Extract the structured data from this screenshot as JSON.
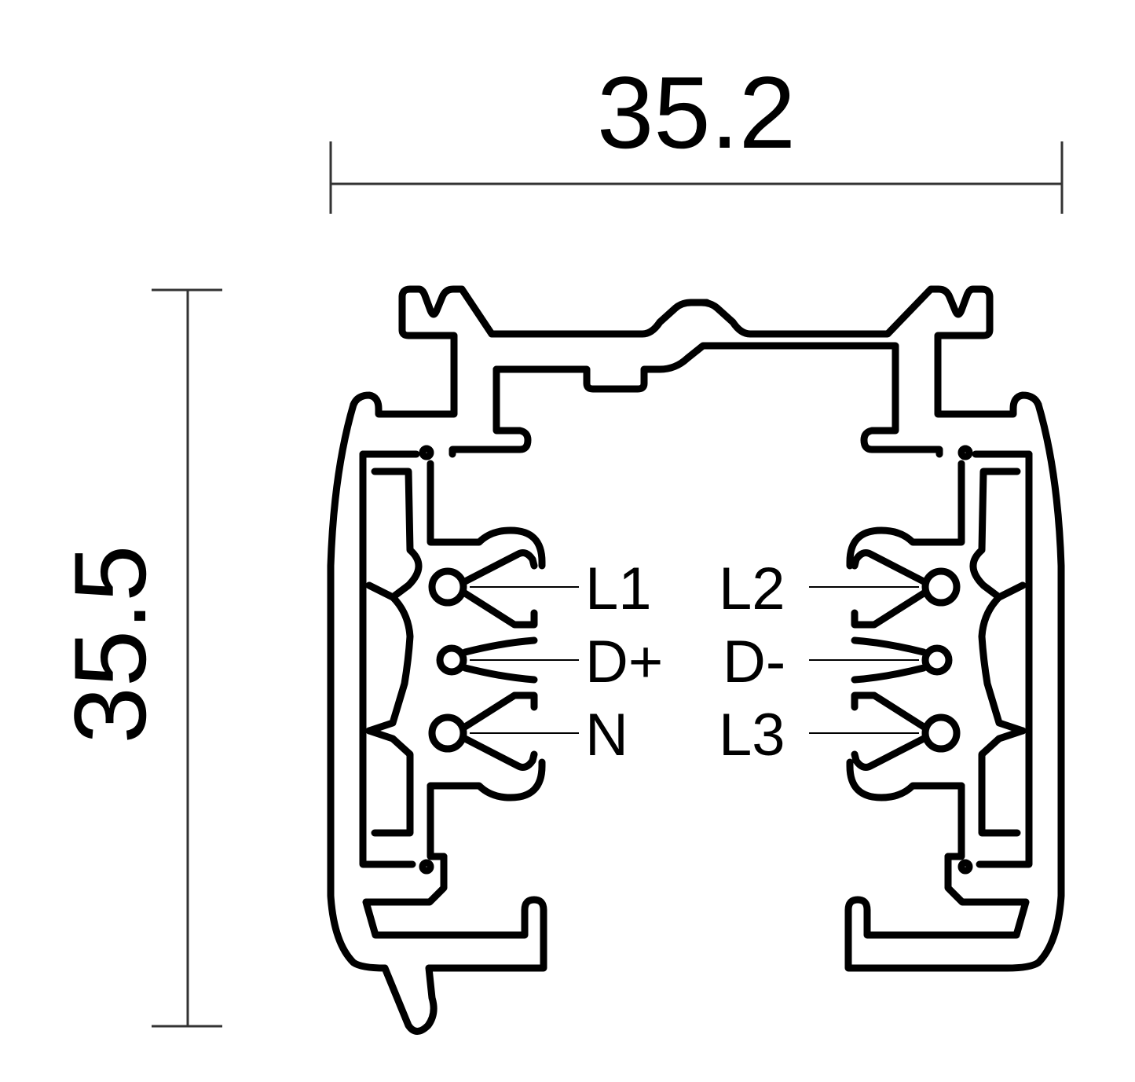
{
  "diagram": {
    "type": "track-profile-cross-section",
    "line_color": "#000000",
    "background": "#ffffff",
    "dimensions": {
      "width": {
        "value": "35.2",
        "orientation": "horizontal"
      },
      "height": {
        "value": "35.5",
        "orientation": "vertical"
      }
    },
    "terminals": {
      "left": [
        {
          "label": "L1"
        },
        {
          "label": "D+"
        },
        {
          "label": "N"
        }
      ],
      "right": [
        {
          "label": "L2"
        },
        {
          "label": "D-"
        },
        {
          "label": "L3"
        }
      ]
    }
  }
}
